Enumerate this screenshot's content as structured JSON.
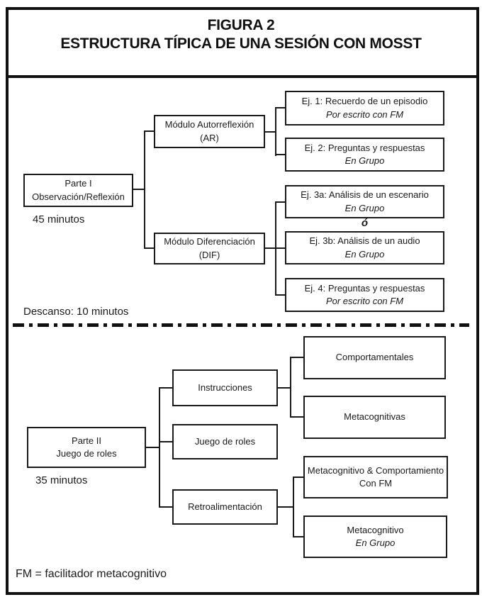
{
  "figure": {
    "title_line1": "FIGURA 2",
    "title_line2": "ESTRUCTURA TÍPICA DE UNA SESIÓN CON MOSST",
    "footnote": "FM = facilitador metacognitivo",
    "colors": {
      "ink": "#1a1a1a",
      "paper": "#ffffff"
    }
  },
  "part1": {
    "root_line1": "Parte I",
    "root_line2": "Observación/Reflexión",
    "duration": "45 minutos",
    "break_label": "Descanso: 10 minutos",
    "or_label": "ó",
    "modules": [
      {
        "line1": "Módulo Autorreflexión",
        "line2": "(AR)"
      },
      {
        "line1": "Módulo Diferenciación",
        "line2": "(DIF)"
      }
    ],
    "exercises": [
      {
        "line1": "Ej. 1: Recuerdo de un episodio",
        "line2": "Por escrito con FM"
      },
      {
        "line1": "Ej. 2: Preguntas y respuestas",
        "line2": "En Grupo"
      },
      {
        "line1": "Ej. 3a: Análisis de un escenario",
        "line2": "En Grupo"
      },
      {
        "line1": "Ej. 3b: Análisis de un audio",
        "line2": "En Grupo"
      },
      {
        "line1": "Ej. 4: Preguntas y respuestas",
        "line2": "Por escrito con FM"
      }
    ]
  },
  "part2": {
    "root_line1": "Parte II",
    "root_line2": "Juego de roles",
    "duration": "35 minutos",
    "steps": [
      {
        "label": "Instrucciones"
      },
      {
        "label": "Juego de roles"
      },
      {
        "label": "Retroalimentación"
      }
    ],
    "outcomes": [
      {
        "line1": "Comportamentales"
      },
      {
        "line1": "Metacognitivas"
      },
      {
        "line1": "Metacognitivo & Comportamiento",
        "line2": "Con FM"
      },
      {
        "line1": "Metacognitivo",
        "line2": "En Grupo"
      }
    ]
  }
}
